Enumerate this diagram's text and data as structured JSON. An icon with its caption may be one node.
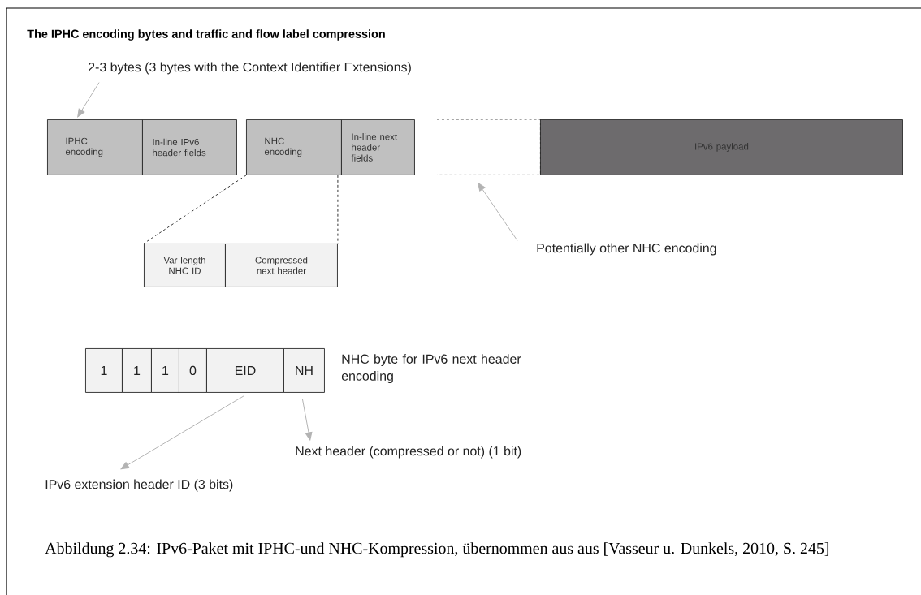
{
  "diagram": {
    "title": "The IPHC encoding bytes and traffic and flow label compression",
    "caption": "Abbildung 2.34: IPv6-Paket mit IPHC-und NHC-Kompression, übernommen aus aus [Vasseur u. Dunkels, 2010, S. 245]",
    "nodes": [
      {
        "text": [
          "2-3 bytes (3 bytes with the Context Identifier Extensions)"
        ]
      },
      {
        "text": [
          "IPHC encoding"
        ]
      },
      {
        "text": [
          "In-line IPv6 header fields"
        ]
      },
      {
        "text": [
          "NHC encoding"
        ]
      },
      {
        "text": [
          "In-line next header fields"
        ]
      },
      {
        "text": [],
        "shape": "box"
      },
      {
        "text": [
          "IPv6 payload"
        ]
      },
      {
        "text": [
          "Var length NHC ID"
        ]
      },
      {
        "text": [
          "Compressed next header"
        ]
      },
      {
        "text": [
          "Potentially other NHC encoding"
        ]
      },
      {
        "text": [
          "1"
        ]
      },
      {
        "text": [
          "1"
        ]
      },
      {
        "text": [
          "1"
        ]
      },
      {
        "text": [
          "0"
        ]
      },
      {
        "text": [
          "EID"
        ]
      },
      {
        "text": [
          "NH"
        ]
      },
      {
        "text": [
          "Next header (compressed or not) (1 bit)"
        ]
      },
      {
        "text": [
          "IPv6 extension header ID (3 bits)"
        ]
      }
    ],
    "edges": [
      {
        "from": 0,
        "to": 1,
        "arrow": "to"
      },
      {
        "from": 9,
        "to": 5,
        "arrow": "to"
      },
      {
        "from": 3,
        "to": 7,
        "arrow": "none",
        "style": "dashed",
        "color": "#333333"
      },
      {
        "from": 3,
        "to": 8,
        "arrow": "none",
        "style": "dashed",
        "color": "#333333"
      },
      {
        "from": 14,
        "to": 17,
        "arrow": "to"
      },
      {
        "from": 15,
        "to": 16,
        "arrow": "to"
      }
    ],
    "labels": [
      "NHC byte for IPv6 next header encoding"
    ]
  }
}
